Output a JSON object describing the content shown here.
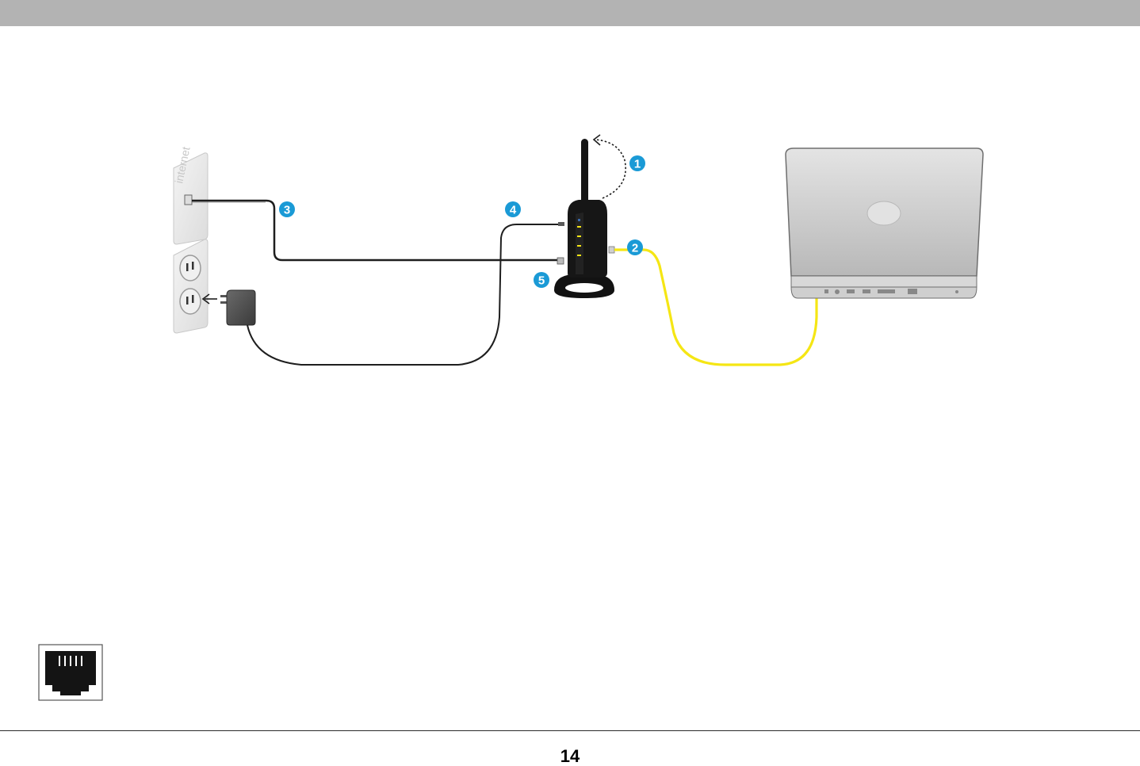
{
  "header": {
    "bar_color": "#b3b3b3"
  },
  "diagram": {
    "wall_plate_text": "internet",
    "steps": [
      {
        "label": "1",
        "meaning": "raise-antenna"
      },
      {
        "label": "2",
        "meaning": "yellow-ethernet-to-computer"
      },
      {
        "label": "3",
        "meaning": "modem-cable-to-internet-port"
      },
      {
        "label": "4",
        "meaning": "power-cable-to-router"
      },
      {
        "label": "5",
        "meaning": "power-adapter-to-outlet"
      }
    ],
    "colors": {
      "step_badge": "#1a9ad6",
      "ethernet_cable": "#f5e614",
      "cable_dark": "#1e1e1e",
      "router_body": "#141414",
      "laptop": "#c8c8c8"
    }
  },
  "icon": {
    "name": "ethernet-port-icon"
  },
  "footer": {
    "page_number": "14"
  }
}
